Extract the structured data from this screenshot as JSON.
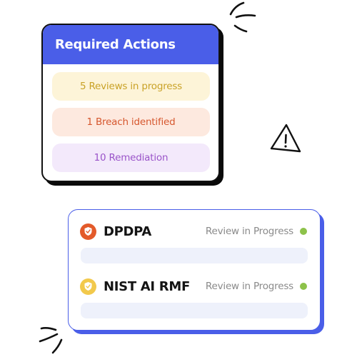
{
  "required_actions": {
    "title": "Required Actions",
    "items": [
      {
        "label": "5 Reviews in progress",
        "bg": "#fdf4d8",
        "color": "#c9a227"
      },
      {
        "label": "1 Breach identified",
        "bg": "#fde9df",
        "color": "#d6572e"
      },
      {
        "label": "10 Remediation",
        "bg": "#f3e9fb",
        "color": "#9a54c9"
      }
    ]
  },
  "frameworks": [
    {
      "name": "DPDPA",
      "status": "Review in Progress",
      "icon": "shield-icon",
      "icon_color": "#e35a2a",
      "dot_color": "#8dc24a"
    },
    {
      "name": "NIST AI RMF",
      "status": "Review in Progress",
      "icon": "shield-icon",
      "icon_color": "#f2c94c",
      "dot_color": "#8dc24a"
    }
  ],
  "colors": {
    "accent": "#4a5ee8",
    "ink": "#111111"
  }
}
